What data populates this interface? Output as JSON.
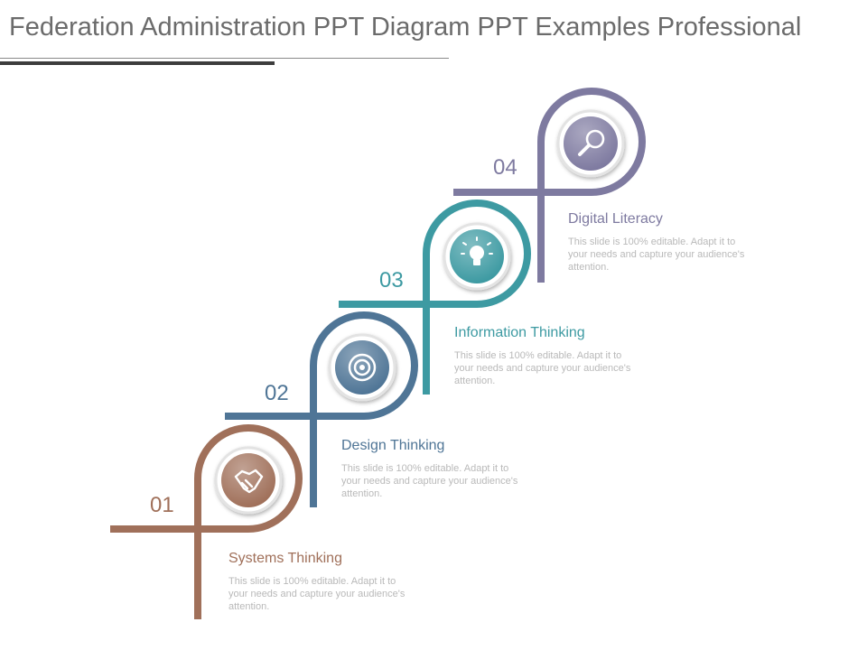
{
  "header": {
    "title": "Federation Administration PPT Diagram PPT Examples Professional"
  },
  "steps": [
    {
      "number": "01",
      "heading": "Systems Thinking",
      "description": "This slide is 100% editable. Adapt it to your needs and capture your audience's attention.",
      "color": "#a0705a",
      "icon": "handshake-icon"
    },
    {
      "number": "02",
      "heading": "Design Thinking",
      "description": "This slide is 100% editable. Adapt it to your needs and capture your audience's attention.",
      "color": "#4f7596",
      "icon": "target-icon"
    },
    {
      "number": "03",
      "heading": "Information Thinking",
      "description": "This slide is 100% editable. Adapt it to your needs and capture your audience's attention.",
      "color": "#3d9aa2",
      "icon": "lightbulb-icon"
    },
    {
      "number": "04",
      "heading": "Digital Literacy",
      "description": "This slide is 100% editable. Adapt it to your needs and capture your audience's attention.",
      "color": "#7e7aa0",
      "icon": "magnifier-icon"
    }
  ]
}
